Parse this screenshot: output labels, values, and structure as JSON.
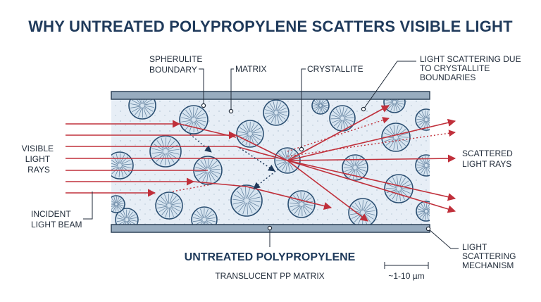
{
  "title": "WHY UNTREATED POLYPROPYLENE SCATTERS VISIBLE LIGHT",
  "labels": {
    "spherulite_boundary": [
      "SPHERULITE",
      "BOUNDARY"
    ],
    "matrix": "MATRIX",
    "crystallite": "CRYSTALLITE",
    "light_scattering_due": [
      "LIGHT SCATTERING DUE",
      "TO CRYSTALLITE",
      "BOUNDARIES"
    ],
    "visible_light_rays": [
      "VISIBLE",
      "LIGHT",
      "RAYS"
    ],
    "incident_light_beam": [
      "INCIDENT",
      "LIGHT BEAM"
    ],
    "scattered_light_rays": [
      "SCATTERED",
      "LIGHT RAYS"
    ],
    "light_scattering_mechanism": [
      "LIGHT",
      "SCATTERING",
      "MECHANISM"
    ],
    "material_title": "UNTREATED POLYPROPYLENE",
    "material_subtitle": "TRANSLUCENT PP MATRIX",
    "scale": "~1-10 µm"
  },
  "colors": {
    "title": "#1f3a5b",
    "plate": "#98acbf",
    "plate_edge": "#2f4358",
    "matrix": "#e7eef6",
    "spherulite_fill": "#d6e4f0",
    "spherulite_edge": "#2b4f72",
    "ray": "#c0303b",
    "dotted_blue": "#1f4f7a"
  }
}
